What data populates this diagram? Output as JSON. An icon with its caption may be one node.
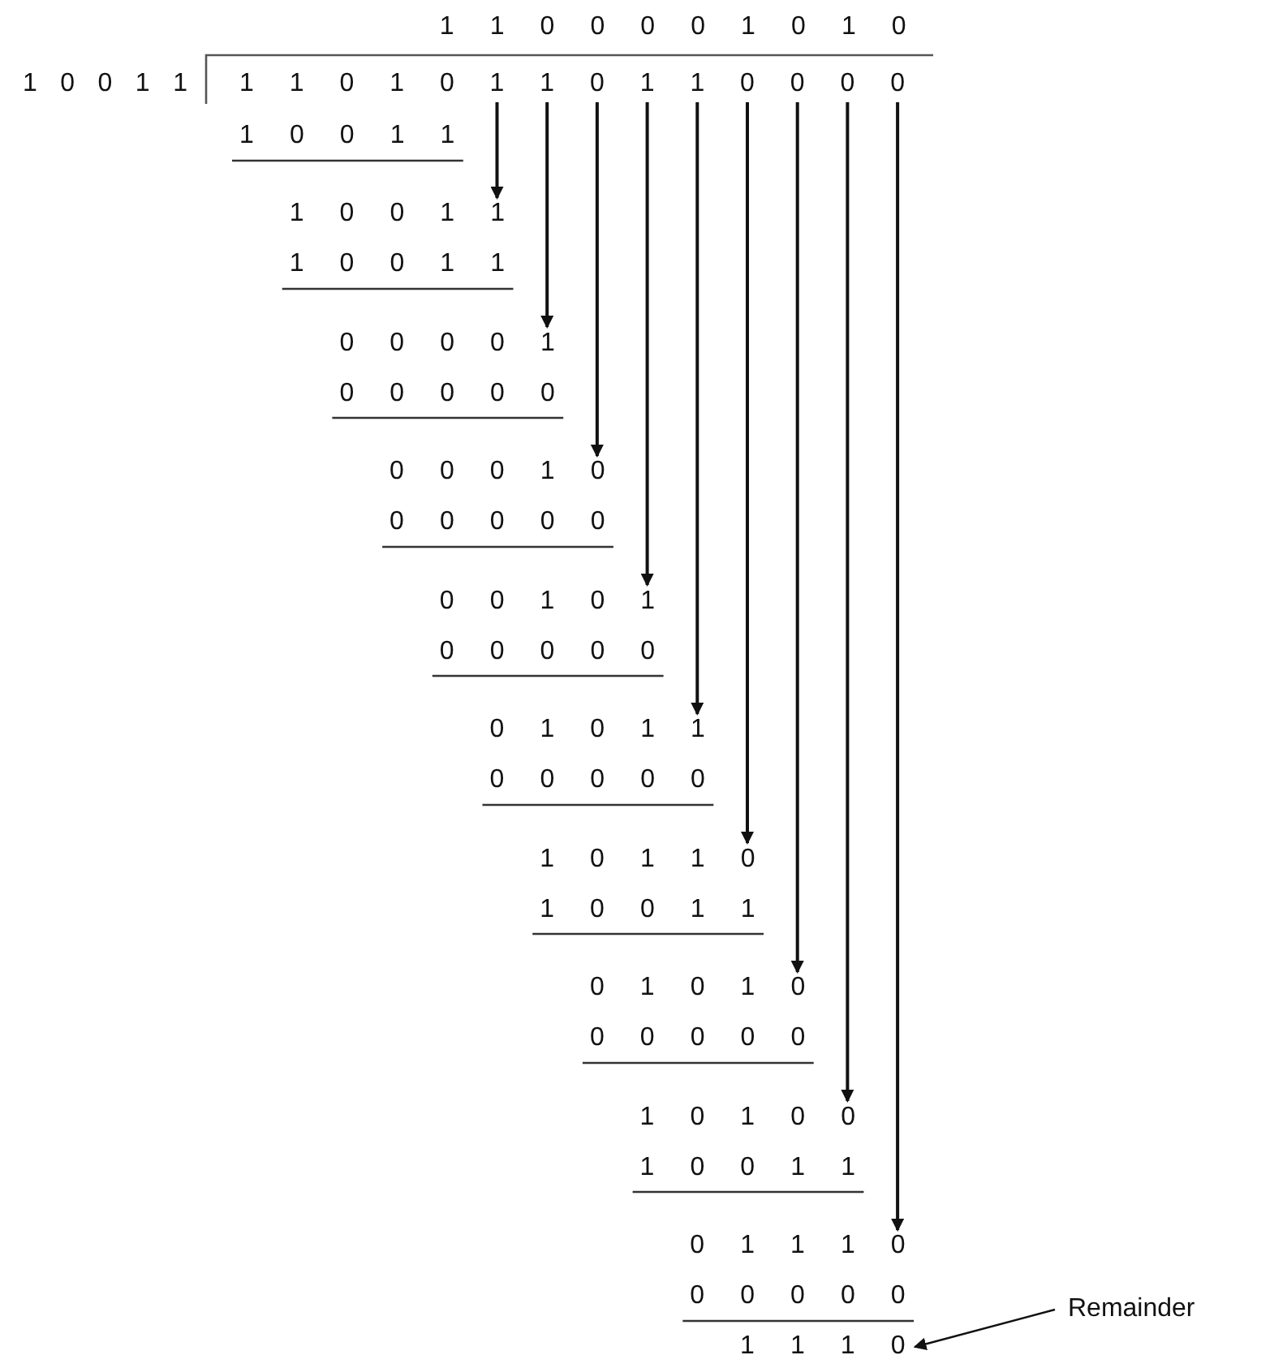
{
  "diagram": {
    "nodes": [
      {
        "text": [
          "1"
        ]
      },
      {
        "text": [
          "1"
        ]
      },
      {
        "text": [
          "0"
        ]
      },
      {
        "text": [
          "1"
        ]
      },
      {
        "text": [
          "0"
        ]
      },
      {
        "text": [
          "1"
        ]
      },
      {
        "text": [
          "1"
        ]
      },
      {
        "text": [
          "0"
        ]
      },
      {
        "text": [
          "1"
        ]
      },
      {
        "text": [
          "1"
        ]
      },
      {
        "text": [
          "0"
        ]
      },
      {
        "text": [
          "0"
        ]
      },
      {
        "text": [
          "0"
        ]
      },
      {
        "text": [
          "0"
        ]
      },
      {
        "text": [
          "1 0 0 1 1"
        ]
      },
      {
        "text": [
          "1 0 0 1 1"
        ]
      },
      {
        "text": [
          "1 0 0 1 1"
        ]
      },
      {
        "text": [
          "0 0 0 0 1"
        ]
      },
      {
        "text": [
          "0 0 0 0 0"
        ]
      },
      {
        "text": [
          "0 0 0 1 0"
        ]
      },
      {
        "text": [
          "0 0 0 0 0"
        ]
      },
      {
        "text": [
          "0 0 1 0 1"
        ]
      },
      {
        "text": [
          "0 0 0 0 0"
        ]
      },
      {
        "text": [
          "0 1 0 1 1"
        ]
      },
      {
        "text": [
          "0 0 0 0 0"
        ]
      },
      {
        "text": [
          "1 0 1 1 0"
        ]
      },
      {
        "text": [
          "1 0 0 1 1"
        ]
      },
      {
        "text": [
          "0 1 0 1 0"
        ]
      },
      {
        "text": [
          "0 0 0 0 0"
        ]
      },
      {
        "text": [
          "1 0 1 0 0"
        ]
      },
      {
        "text": [
          "1 0 0 1 1"
        ]
      },
      {
        "text": [
          "0 1 1 1 0"
        ]
      },
      {
        "text": [
          "0 0 0 0 0"
        ]
      },
      {
        "text": [
          "1 1 1 0"
        ]
      },
      {
        "text": [
          "Remainder"
        ]
      }
    ],
    "edges": [
      {
        "from": 5,
        "to": 15,
        "arrow": "to"
      },
      {
        "from": 6,
        "to": 17,
        "arrow": "to"
      },
      {
        "from": 7,
        "to": 19,
        "arrow": "to"
      },
      {
        "from": 8,
        "to": 21,
        "arrow": "to"
      },
      {
        "from": 9,
        "to": 23,
        "arrow": "to"
      },
      {
        "from": 10,
        "to": 25,
        "arrow": "to"
      },
      {
        "from": 11,
        "to": 27,
        "arrow": "to"
      },
      {
        "from": 12,
        "to": 29,
        "arrow": "to"
      },
      {
        "from": 13,
        "to": 31,
        "arrow": "to"
      },
      {
        "from": 34,
        "to": 33,
        "arrow": "to"
      }
    ],
    "labels": [
      "1 1 0 0 0 0 1 0 1 0",
      "1 0 0 1 1"
    ]
  }
}
